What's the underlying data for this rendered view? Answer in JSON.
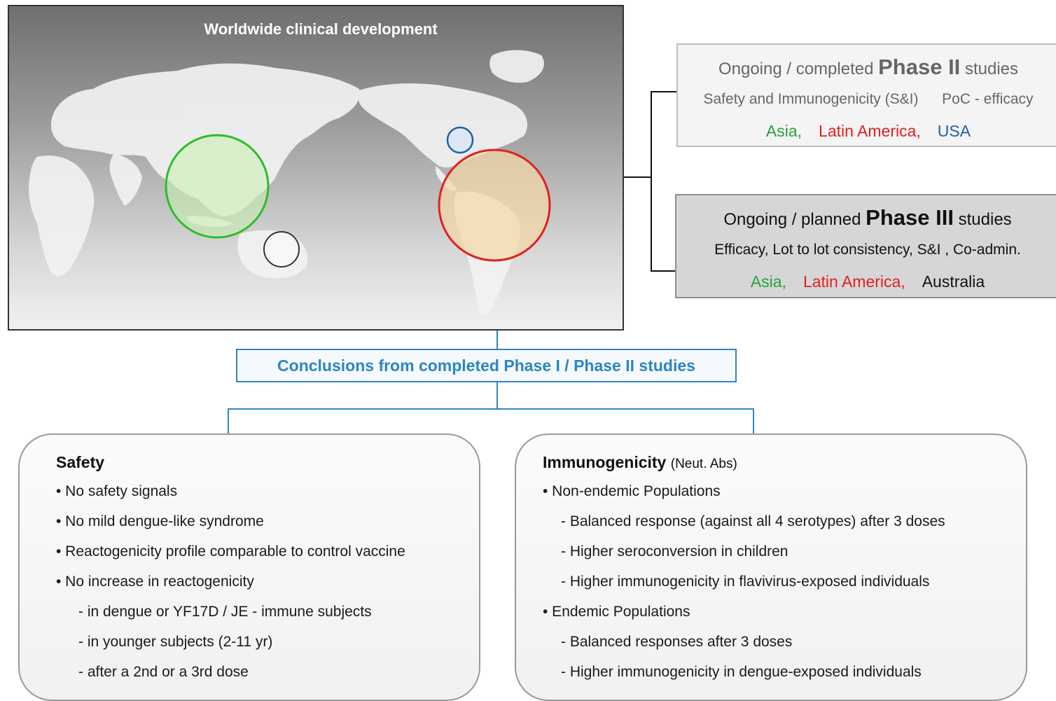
{
  "map": {
    "title": "Worldwide clinical development"
  },
  "phase2": {
    "prefix": "Ongoing / completed",
    "phase": "Phase II",
    "suffix": "studies",
    "subtitle_left": "Safety and Immunogenicity (S&I)",
    "subtitle_right": "PoC - efficacy",
    "regions": [
      "Asia,",
      "Latin America,",
      "USA"
    ]
  },
  "phase3": {
    "prefix": "Ongoing / planned",
    "phase": "Phase III",
    "suffix": "studies",
    "subtitle": "Efficacy,  Lot to lot consistency, S&I , Co-admin.",
    "regions": [
      "Asia,",
      "Latin America,",
      "Australia"
    ]
  },
  "conclusions": {
    "label": "Conclusions from completed Phase I / Phase II studies"
  },
  "safety": {
    "heading": "Safety",
    "items": [
      "• No safety signals",
      "• No mild dengue-like syndrome",
      "• Reactogenicity profile comparable to control vaccine",
      "• No increase in reactogenicity",
      "- in dengue or YF17D / JE - immune subjects",
      "- in younger subjects (2-11 yr)",
      "- after a 2nd or a 3rd dose"
    ]
  },
  "immunogenicity": {
    "heading": "Immunogenicity",
    "note": "(Neut. Abs)",
    "items": [
      "• Non-endemic Populations",
      "- Balanced response (against all 4 serotypes) after 3 doses",
      "- Higher  seroconversion in children",
      "- Higher immunogenicity in flavivirus-exposed individuals",
      "• Endemic Populations",
      "- Balanced responses after 3 doses",
      "- Higher  immunogenicity in dengue-exposed individuals"
    ]
  },
  "colors": {
    "asia": "#2aa13a",
    "latin_america": "#e02020",
    "usa": "#1f5fa8",
    "accent": "#2f86c4"
  }
}
